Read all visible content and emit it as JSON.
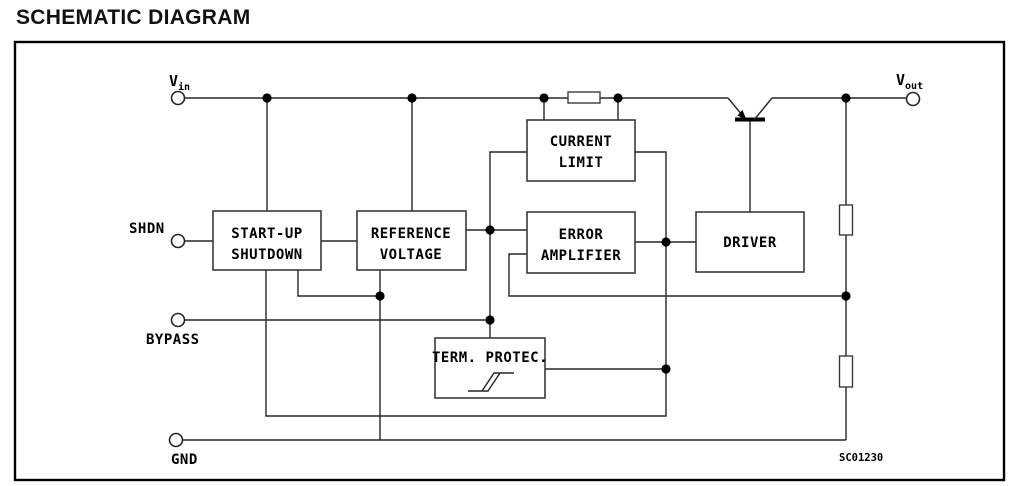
{
  "title": "SCHEMATIC DIAGRAM",
  "figure_code": "SC01230",
  "terminals": {
    "vin": {
      "base": "V",
      "sub": "in"
    },
    "vout": {
      "base": "V",
      "sub": "out"
    },
    "shdn": "SHDN",
    "bypass": "BYPASS",
    "gnd": "GND"
  },
  "blocks": {
    "startup": {
      "line1": "START-UP",
      "line2": "SHUTDOWN"
    },
    "reference": {
      "line1": "REFERENCE",
      "line2": "VOLTAGE"
    },
    "current_limit": {
      "line1": "CURRENT",
      "line2": "LIMIT"
    },
    "error_amplifier": {
      "line1": "ERROR",
      "line2": "AMPLIFIER"
    },
    "driver": {
      "label": "DRIVER"
    },
    "thermal_protection": {
      "label": "TERM. PROTEC."
    }
  },
  "components": {
    "pass_transistor": "pnp-pass-transistor",
    "series_resistor": "current-sense-resistor",
    "divider_top_resistor": "feedback-resistor-r1",
    "divider_bottom_resistor": "feedback-resistor-r2"
  },
  "colors": {
    "background": "#ffffff",
    "line": "#262626",
    "box_stroke": "#3a3a3a",
    "text": "#000000"
  }
}
